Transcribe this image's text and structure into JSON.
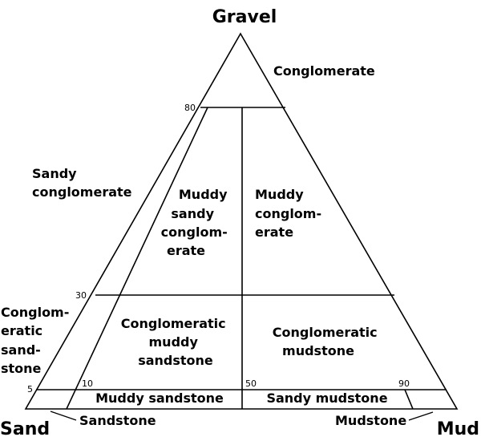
{
  "vertices": {
    "top": "Gravel",
    "left": "Sand",
    "right": "Mud"
  },
  "regions": {
    "conglomerate": [
      "Conglomerate"
    ],
    "sandy_conglomerate": [
      "Sandy",
      "conglomerate"
    ],
    "muddy_sandy_conglomerate": [
      "Muddy",
      "sandy",
      "conglom-",
      "erate"
    ],
    "muddy_conglomerate": [
      "Muddy",
      "conglom-",
      "erate"
    ],
    "conglomeratic_sandstone": [
      "Conglom-",
      "eratic",
      "sand-",
      "stone"
    ],
    "conglomeratic_muddy_sandstone": [
      "Conglomeratic",
      "muddy",
      "sandstone"
    ],
    "conglomeratic_mudstone": [
      "Conglomeratic",
      "mudstone"
    ],
    "muddy_sandstone": [
      "Muddy sandstone"
    ],
    "sandy_mudstone": [
      "Sandy mudstone"
    ],
    "sandstone": [
      "Sandstone"
    ],
    "mudstone": [
      "Mudstone"
    ]
  },
  "ticks": {
    "gravel_80": "80",
    "gravel_30": "30",
    "gravel_5": "5",
    "mud_10": "10",
    "mud_50": "50",
    "mud_90": "90"
  }
}
